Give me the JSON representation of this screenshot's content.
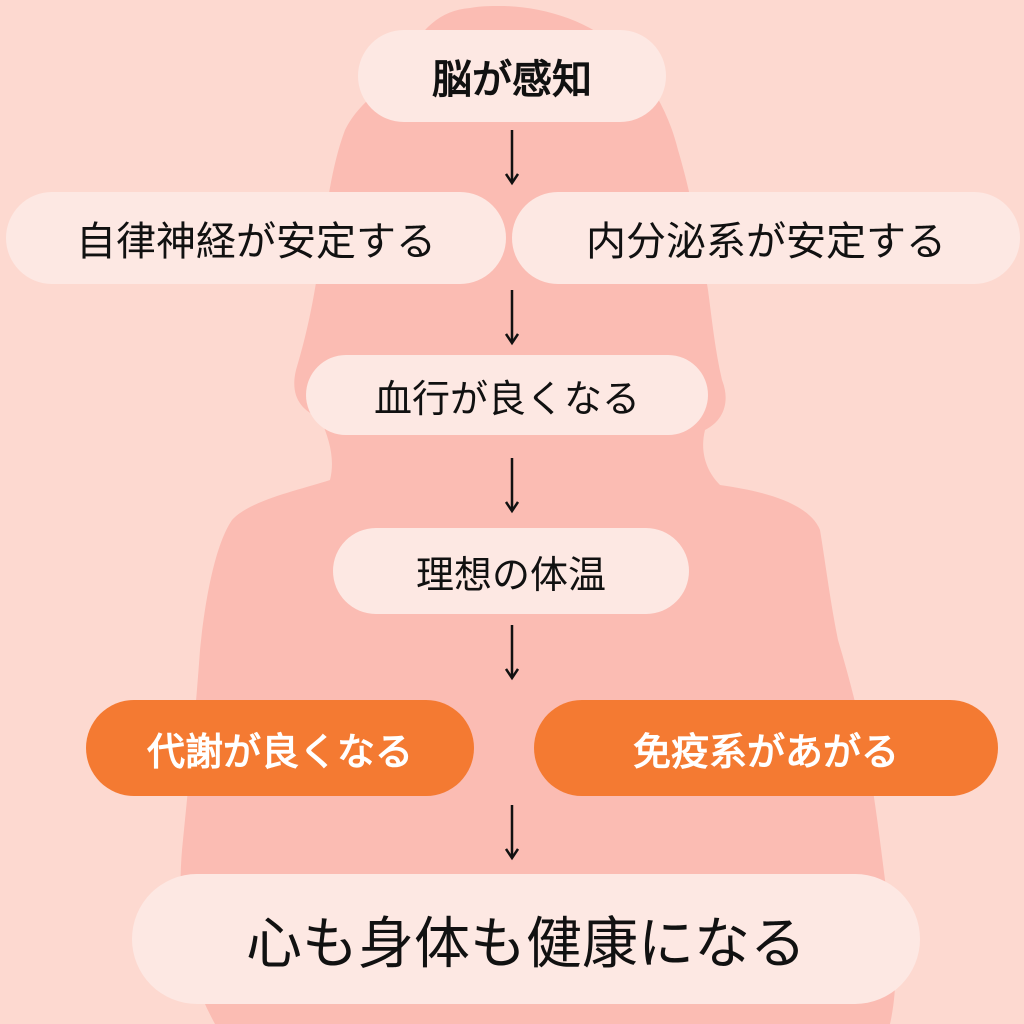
{
  "colors": {
    "background": "#fdd9d0",
    "silhouette": "#fbbcb3",
    "pill": "#fde8e3",
    "accent": "#f47a32",
    "text": "#111111",
    "accent_text": "#ffffff"
  },
  "nodes": {
    "brain_senses": "脳が感知",
    "autonomic_stable": "自律神経が安定する",
    "endocrine_stable": "内分泌系が安定する",
    "circulation_improves": "血行が良くなる",
    "ideal_temperature": "理想の体温",
    "metabolism_improves": "代謝が良くなる",
    "immunity_rises": "免疫系があがる",
    "mind_body_healthy": "心も身体も健康になる"
  }
}
